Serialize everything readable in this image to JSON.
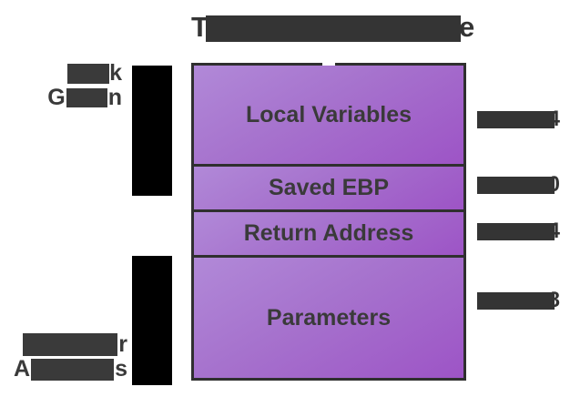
{
  "title": {
    "visible_start": "T",
    "visible_end": "e",
    "redacted": true
  },
  "diagram": {
    "stack_sections": [
      {
        "label": "Local Variables"
      },
      {
        "label": "Saved EBP"
      },
      {
        "label": "Return Address"
      },
      {
        "label": "Parameters"
      }
    ],
    "address_markers": [
      {
        "visible_fragment": "4",
        "redacted": true
      },
      {
        "visible_fragment": "0",
        "redacted": true
      },
      {
        "visible_fragment": "4",
        "redacted": true
      },
      {
        "visible_fragment": "8",
        "redacted": true
      }
    ],
    "side_labels": {
      "top_left": {
        "line1_visible_end": "k",
        "line2_visible_start": "G",
        "line2_visible_end": "n",
        "redacted": true
      },
      "bottom_left": {
        "line1_visible_end": "r",
        "line2_visible_start": "A",
        "line2_visible_end": "s",
        "redacted": true
      }
    }
  },
  "colors": {
    "section_gradient_start": "#b189d8",
    "section_gradient_end": "#9d54c6",
    "box_border": "#2f2f2f",
    "text_dark": "#3a3a3a",
    "redaction": "#343434",
    "arrow_bar": "#000000",
    "background": "#ffffff"
  }
}
